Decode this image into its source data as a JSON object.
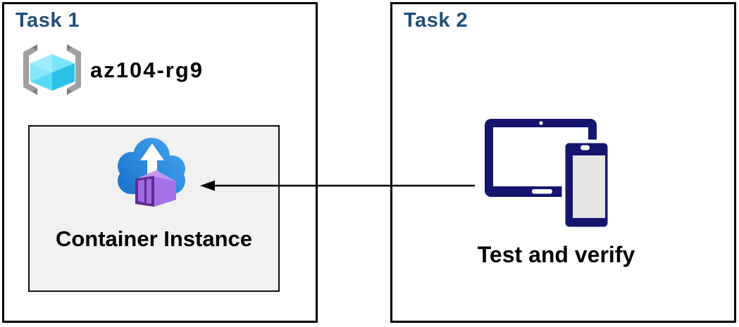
{
  "diagram": {
    "task1": {
      "title": "Task 1",
      "resource_group_name": "az104-rg9",
      "container_label": "Container Instance"
    },
    "task2": {
      "title": "Task 2",
      "label": "Test and verify"
    },
    "arrow": {
      "direction": "right-to-left",
      "from": "devices-icon",
      "to": "container-instance-icon"
    }
  },
  "icons": {
    "resource_group": "resource-group-icon",
    "container_instance": "container-instance-icon",
    "devices": "devices-icon",
    "arrow": "left-arrow"
  },
  "colors": {
    "task_title": "#1f4e79",
    "label_text": "#000000",
    "box_border": "#000000",
    "inner_box_fill": "#f1f1f2",
    "inner_box_border": "#0d0d0d",
    "arrow": "#000000",
    "device_navy": "#15156e",
    "device_screen": "#e6e6e6",
    "device_screen_white": "#ffffff",
    "cloud_gradient_start": "#1568c4",
    "cloud_gradient_end": "#47abf5",
    "cloud_arrow_white": "#ffffff",
    "container_front": "#5b2d90",
    "container_slat": "#a26ae2",
    "container_side": "#a672e9",
    "container_top": "#bd97f2",
    "bracket_gray": "#9f9f9f",
    "bracket_dark": "#7a7a7a",
    "cube_face_tl": "#9fecfc",
    "cube_face_tr": "#7ce4f8",
    "cube_face_right": "#2bc1e6",
    "cube_face_bl": "#59daf4",
    "cube_face_left": "#86e6f9"
  }
}
